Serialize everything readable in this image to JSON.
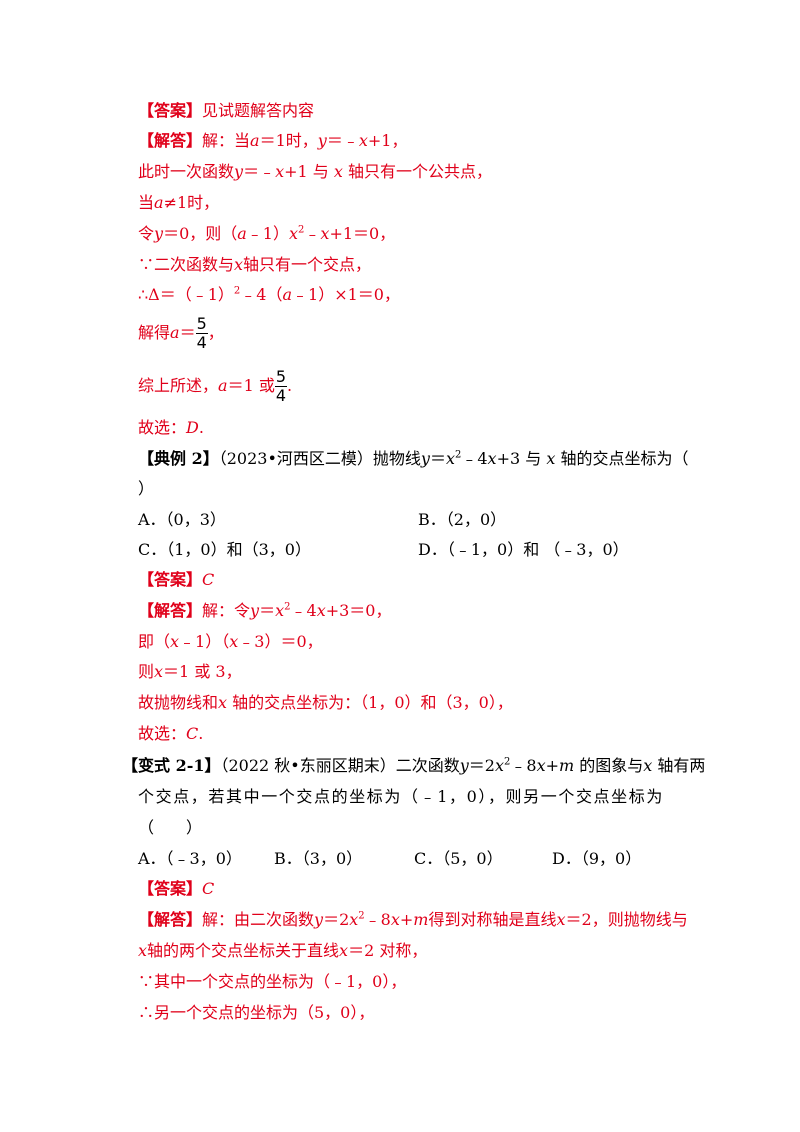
{
  "block1": {
    "answer_tag": "【答案】",
    "answer_text": "见试题解答内容",
    "solution_tag": "【解答】",
    "l1_a": "解：当",
    "l1_var_a": "a",
    "l1_b": "＝1时，",
    "l1_var_y": "y",
    "l1_c": "＝﹣",
    "l1_var_x": "x",
    "l1_d": "+1，",
    "l2_a": "此时一次函数",
    "l2_y": "y",
    "l2_b": "＝﹣",
    "l2_x": "x",
    "l2_c": "+1 与",
    "l2_x2": "x",
    "l2_d": "轴只有一个公共点，",
    "l3_a": "当",
    "l3_var": "a",
    "l3_b": "≠1时，",
    "l4_a": "令",
    "l4_y": "y",
    "l4_b": "＝0，则（",
    "l4_a2": "a",
    "l4_c": "﹣1）",
    "l4_x": "x",
    "l4_sup": "2",
    "l4_d": "﹣",
    "l4_x2": "x",
    "l4_e": "+1＝0，",
    "l5_a": "∵二次函数与",
    "l5_x": "x",
    "l5_b": "轴只有一个交点，",
    "l6_a": "∴Δ＝（﹣1）",
    "l6_sup": "2",
    "l6_b": "﹣4（",
    "l6_var": "a",
    "l6_c": "﹣1）×1＝0，",
    "l7_a": "解得",
    "l7_var": "a",
    "l7_b": "＝",
    "l7_num": "5",
    "l7_den": "4",
    "l7_c": "，",
    "l8_a": "综上所述，",
    "l8_var": "a",
    "l8_b": "＝1 或",
    "l8_num": "5",
    "l8_den": "4",
    "l8_c": ".",
    "l9_a": "故选：",
    "l9_ans": "D",
    "l9_b": "."
  },
  "example2": {
    "tag": "【典例 2】",
    "q_a": "（2023•河西区二模）抛物线",
    "q_y": "y",
    "q_b": "＝",
    "q_x": "x",
    "q_sup": "2",
    "q_c": "﹣4",
    "q_x2": "x",
    "q_d": "+3 与",
    "q_x3": "x",
    "q_e": "轴的交点坐标为（",
    "q_end": "）",
    "optA": "A．（0，3）",
    "optB": "B．（2，0）",
    "optC": "C．（1，0）和（3，0）",
    "optD": "D．（﹣1，0）和 （﹣3，0）",
    "answer_tag": "【答案】",
    "answer": "C",
    "solution_tag": "【解答】",
    "s1_a": "解：令",
    "s1_y": "y",
    "s1_b": "＝",
    "s1_x": "x",
    "s1_sup": "2",
    "s1_c": "﹣4",
    "s1_x2": "x",
    "s1_d": "+3＝0，",
    "s2_a": "即（",
    "s2_x": "x",
    "s2_b": "﹣1）（",
    "s2_x2": "x",
    "s2_c": "﹣3）＝0，",
    "s3_a": "则",
    "s3_x": "x",
    "s3_b": "＝1 或 3，",
    "s4_a": "故抛物线和",
    "s4_x": "x",
    "s4_b": "轴的交点坐标为：（1，0）和（3，0），",
    "s5_a": "故选：",
    "s5_ans": "C",
    "s5_b": "."
  },
  "variant21": {
    "tag": "【变式 2-1】",
    "q_a": "（2022 秋•东丽区期末）二次函数",
    "q_y": "y",
    "q_b": "＝2",
    "q_x": "x",
    "q_sup": "2",
    "q_c": "﹣8",
    "q_x2": "x",
    "q_d": "+",
    "q_m": "m",
    "q_e": "的图象与",
    "q_x3": "x",
    "q_f": "轴有两",
    "q2": "个交点，若其中一个交点的坐标为（﹣1，0），则另一个交点坐标为",
    "q3": "（　　）",
    "optA": "A．（﹣3，0）",
    "optB": "B．（3，0）",
    "optC": "C．（5，0）",
    "optD": "D．（9，0）",
    "answer_tag": "【答案】",
    "answer": "C",
    "solution_tag": "【解答】",
    "s1_a": "解：由二次函数",
    "s1_y": "y",
    "s1_b": "＝2",
    "s1_x": "x",
    "s1_sup": "2",
    "s1_c": "﹣8",
    "s1_x2": "x",
    "s1_d": "+",
    "s1_m": "m",
    "s1_e": "得到对称轴是直线",
    "s1_x3": "x",
    "s1_f": "＝2，则抛物线与",
    "s2_x": "x",
    "s2_a": "轴的两个交点坐标关于直线",
    "s2_x2": "x",
    "s2_b": "＝2 对称，",
    "s3": "∵其中一个交点的坐标为（﹣1，0），",
    "s4": "∴另一个交点的坐标为（5，0），"
  }
}
